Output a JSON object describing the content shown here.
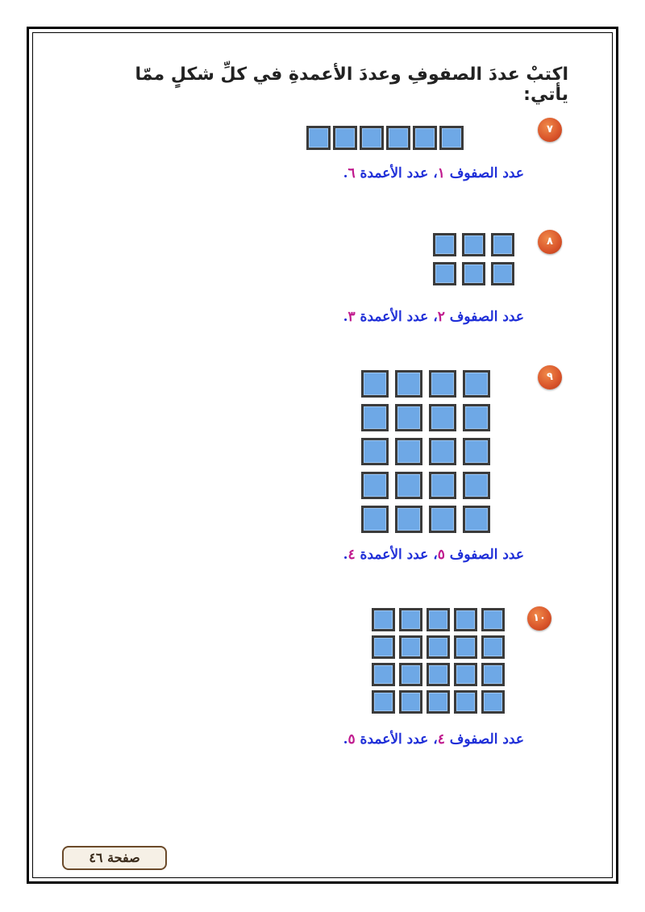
{
  "instruction": "اكتبْ عددَ الصفوفِ وعددَ الأعمدةِ في كلِّ شكلٍ ممّا يأتي:",
  "colors": {
    "square_fill": "#6ea8e6",
    "square_border": "#3b3b3b",
    "answer_text": "#1f2fd8",
    "answer_number": "#c01a8e",
    "badge": "#d9542a"
  },
  "exercises": [
    {
      "badge": "٧",
      "rows": 1,
      "cols": 6,
      "answer_prefix": "عدد الصفوف ",
      "rows_label": "١",
      "answer_middle": "، عدد الأعمدة ",
      "cols_label": "٦",
      "answer_suffix": "."
    },
    {
      "badge": "٨",
      "rows": 2,
      "cols": 3,
      "answer_prefix": "عدد الصفوف ",
      "rows_label": "٢",
      "answer_middle": "، عدد الأعمدة ",
      "cols_label": "٣",
      "answer_suffix": "."
    },
    {
      "badge": "٩",
      "rows": 5,
      "cols": 4,
      "answer_prefix": "عدد الصفوف ",
      "rows_label": "٥",
      "answer_middle": "، عدد الأعمدة ",
      "cols_label": "٤",
      "answer_suffix": "."
    },
    {
      "badge": "١٠",
      "rows": 4,
      "cols": 5,
      "answer_prefix": "عدد الصفوف ",
      "rows_label": "٤",
      "answer_middle": "، عدد الأعمدة ",
      "cols_label": "٥",
      "answer_suffix": "."
    }
  ],
  "page_label": "صفحة ٤٦"
}
